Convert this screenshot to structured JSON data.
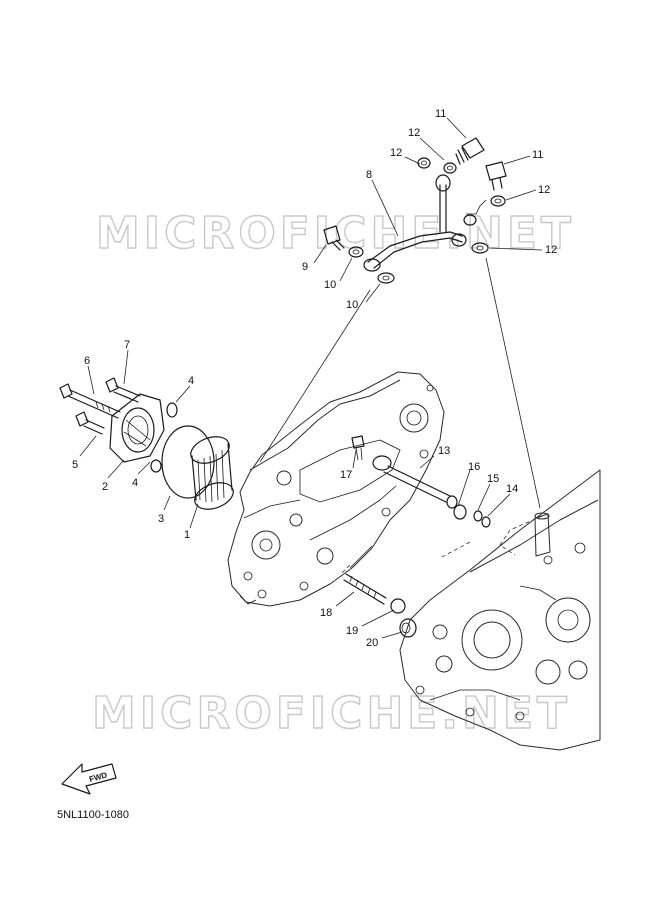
{
  "watermark": "MICROFICHE.NET",
  "diagram_code": "5NL1100-1080",
  "fwd_label": "FWD",
  "callouts": {
    "c1": "1",
    "c2": "2",
    "c3": "3",
    "c4a": "4",
    "c4b": "4",
    "c5": "5",
    "c6": "6",
    "c7": "7",
    "c8": "8",
    "c9": "9",
    "c10a": "10",
    "c10b": "10",
    "c11a": "11",
    "c11b": "11",
    "c12a": "12",
    "c12b": "12",
    "c12c": "12",
    "c12d": "12",
    "c13": "13",
    "c14": "14",
    "c15": "15",
    "c16": "16",
    "c17": "17",
    "c18": "18",
    "c19": "19",
    "c20": "20"
  }
}
